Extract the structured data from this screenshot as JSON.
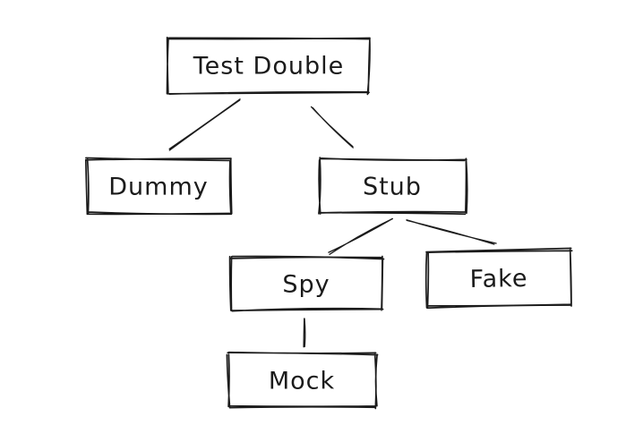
{
  "diagram": {
    "stroke_color": "#1b1b1b",
    "background_color": "#ffffff",
    "nodes": [
      {
        "id": "test-double",
        "label": "Test Double"
      },
      {
        "id": "dummy",
        "label": "Dummy"
      },
      {
        "id": "stub",
        "label": "Stub"
      },
      {
        "id": "spy",
        "label": "Spy"
      },
      {
        "id": "fake",
        "label": "Fake"
      },
      {
        "id": "mock",
        "label": "Mock"
      }
    ],
    "edges": [
      {
        "from": "test-double",
        "to": "dummy"
      },
      {
        "from": "test-double",
        "to": "stub"
      },
      {
        "from": "stub",
        "to": "spy"
      },
      {
        "from": "stub",
        "to": "fake"
      },
      {
        "from": "spy",
        "to": "mock"
      }
    ]
  }
}
